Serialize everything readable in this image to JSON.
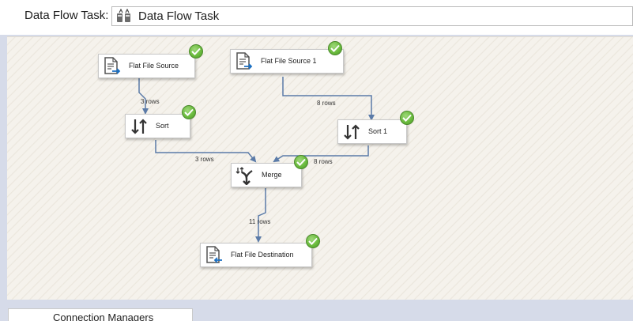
{
  "toolbar": {
    "label": "Data Flow Task:",
    "selected_task": "Data Flow Task",
    "selected_task_icon": "data-flow-task-icon"
  },
  "nodes": [
    {
      "id": "flat-file-source",
      "label": "Flat File Source",
      "icon": "flat-file-source-icon",
      "status": "success"
    },
    {
      "id": "flat-file-source-1",
      "label": "Flat File Source 1",
      "icon": "flat-file-source-icon",
      "status": "success"
    },
    {
      "id": "sort",
      "label": "Sort",
      "icon": "sort-icon",
      "status": "success"
    },
    {
      "id": "sort-1",
      "label": "Sort 1",
      "icon": "sort-icon",
      "status": "success"
    },
    {
      "id": "merge",
      "label": "Merge",
      "icon": "merge-icon",
      "status": "success"
    },
    {
      "id": "flat-file-destination",
      "label": "Flat File Destination",
      "icon": "flat-file-destination-icon",
      "status": "success"
    }
  ],
  "paths": [
    {
      "from": "flat-file-source",
      "to": "sort",
      "rows": "3 rows"
    },
    {
      "from": "flat-file-source-1",
      "to": "sort-1",
      "rows": "8 rows"
    },
    {
      "from": "sort",
      "to": "merge",
      "rows": "3 rows"
    },
    {
      "from": "sort-1",
      "to": "merge",
      "rows": "8 rows"
    },
    {
      "from": "merge",
      "to": "flat-file-destination",
      "rows": "11 rows"
    }
  ],
  "tray": {
    "tab_label": "Connection Managers"
  },
  "colors": {
    "connector": "#5b7ba8",
    "success": "#6cbc3f",
    "canvas": "#f5f2ec"
  }
}
